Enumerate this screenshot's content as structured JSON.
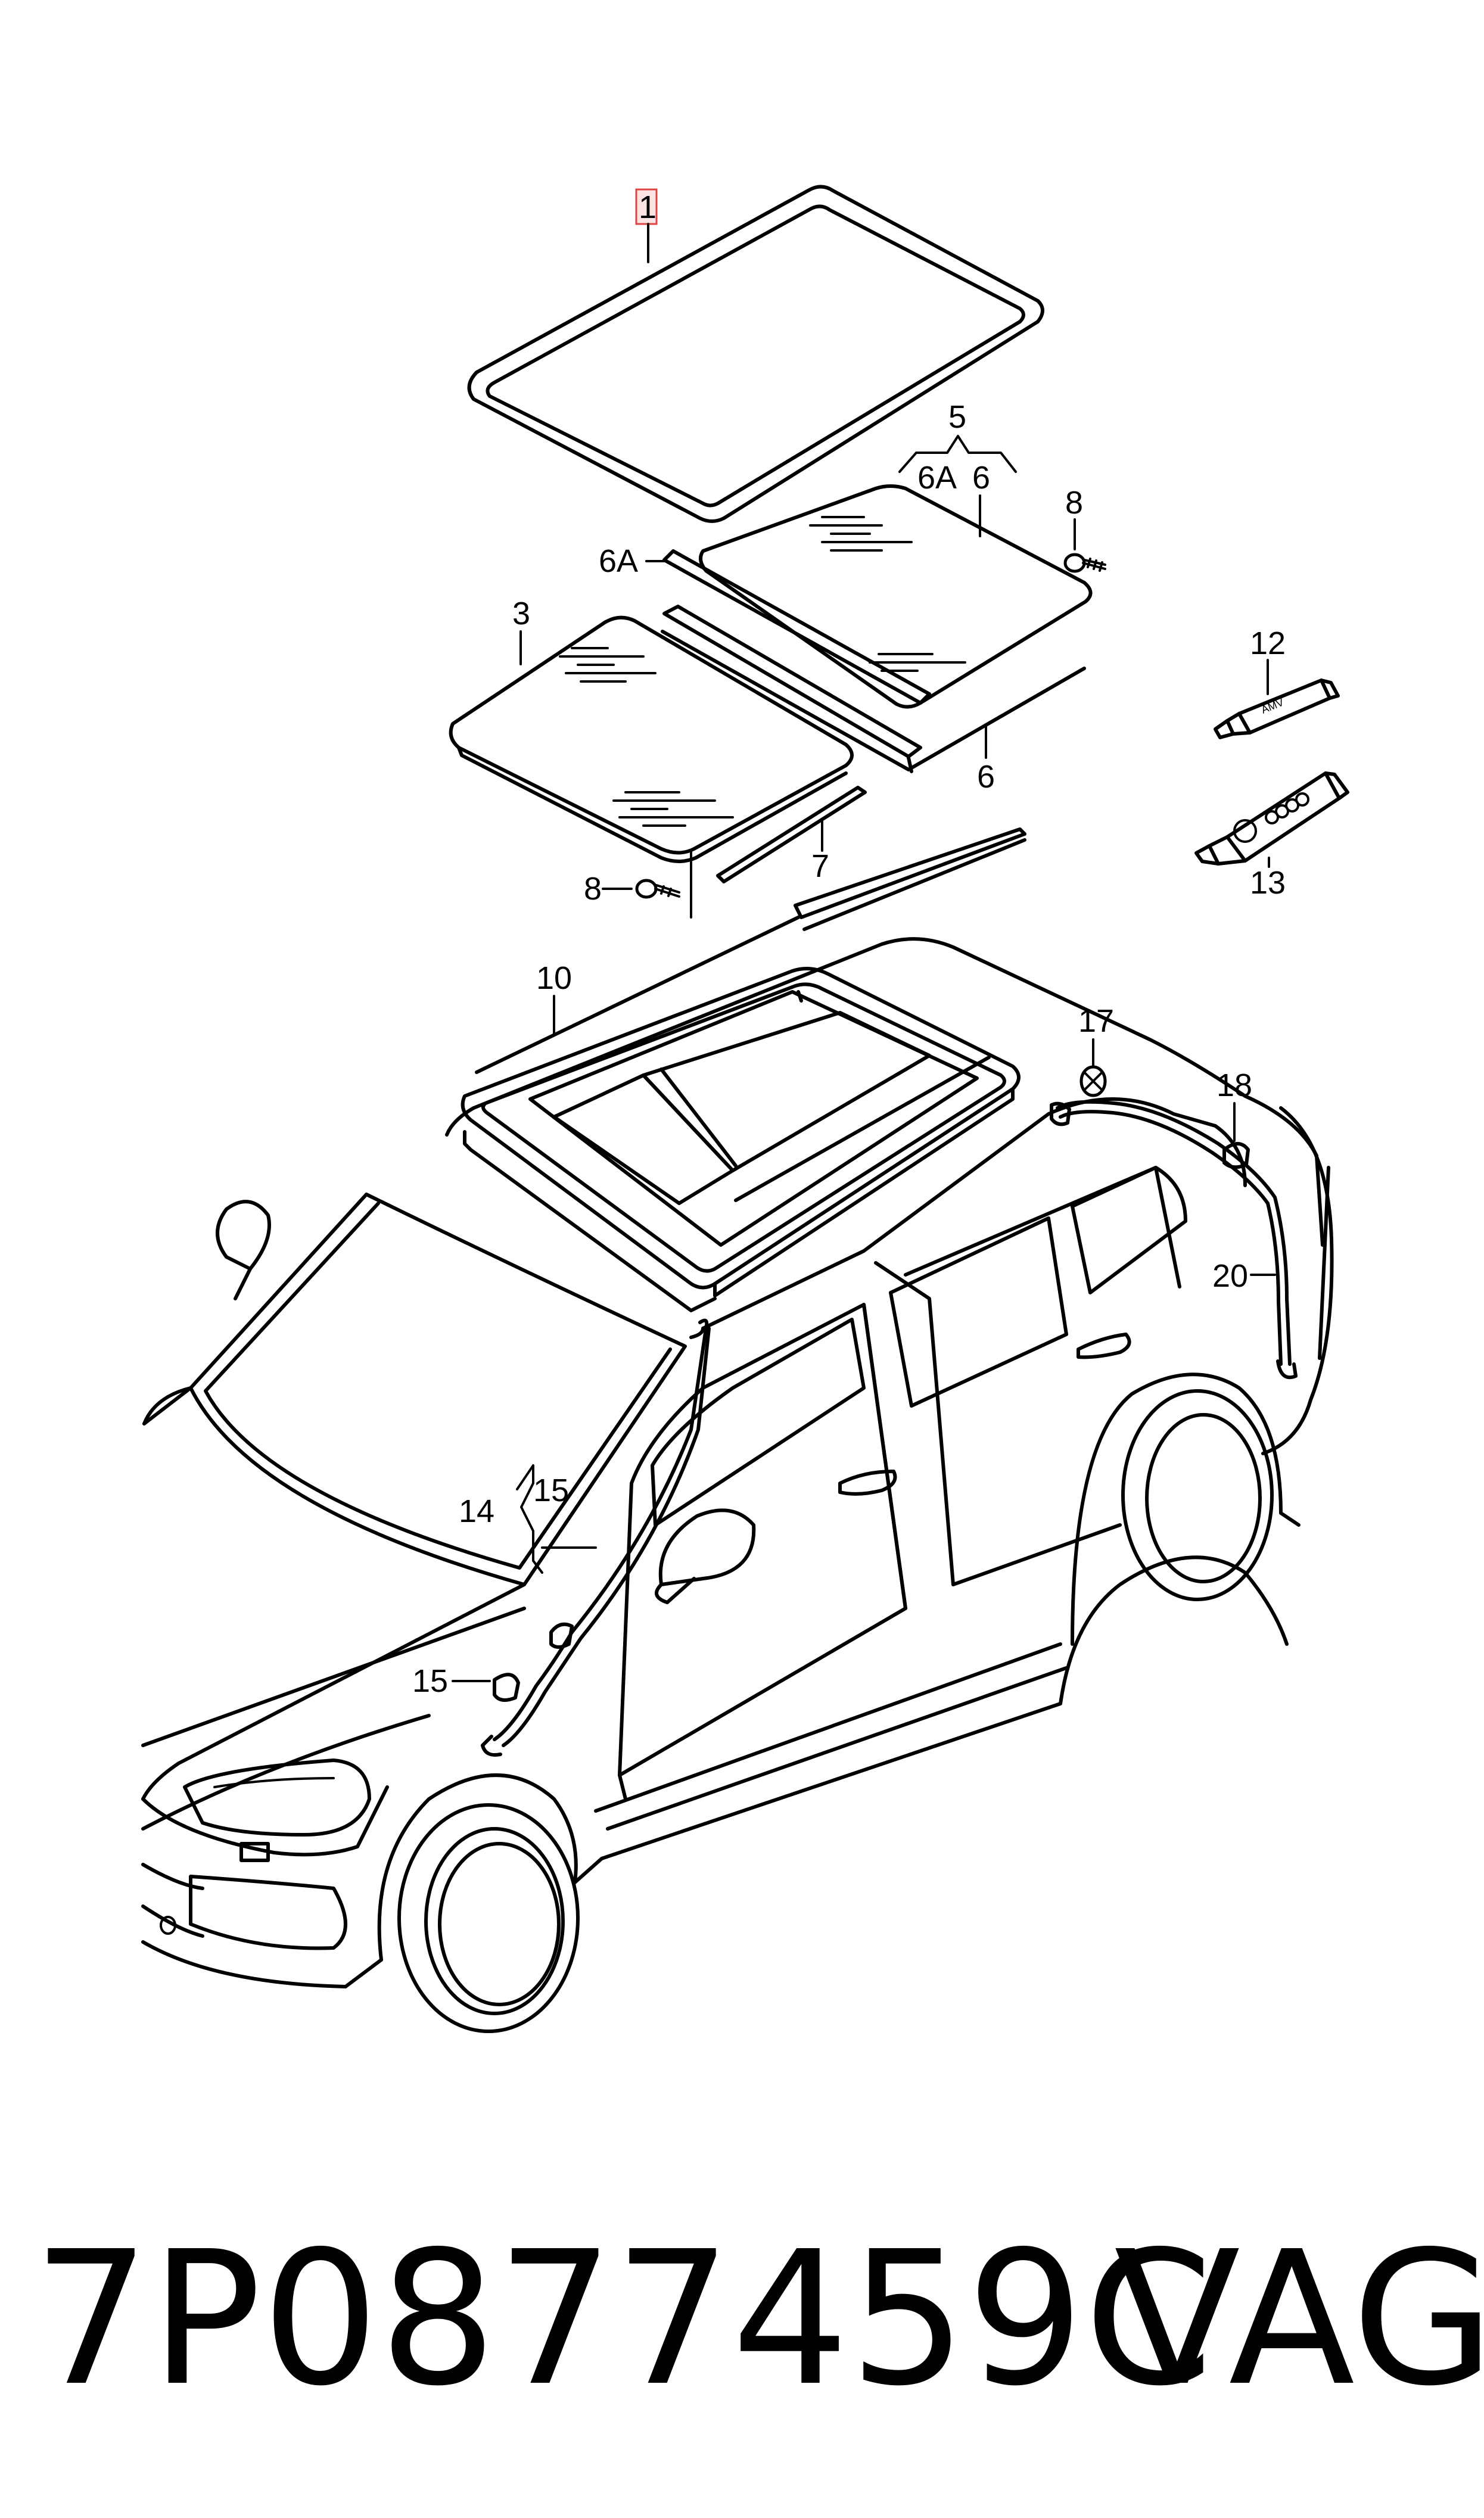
{
  "callouts": {
    "c1": "1",
    "c3": "3",
    "c5": "5",
    "c5_sub_6A": "6A",
    "c5_sub_6": "6",
    "c6A": "6A",
    "c6_lower": "6",
    "c7": "7",
    "c8_top": "8",
    "c8_bottom": "8",
    "c10": "10",
    "c12": "12",
    "c13": "13",
    "c14": "14",
    "c15_upper": "15",
    "c15_lower": "15",
    "c17": "17",
    "c18": "18",
    "c20": "20"
  },
  "tube_label": "AMV",
  "footer": {
    "part_number": "7P0877459C",
    "brand": "VAG"
  },
  "colors": {
    "line": "#000000",
    "highlight": "#d44444"
  }
}
